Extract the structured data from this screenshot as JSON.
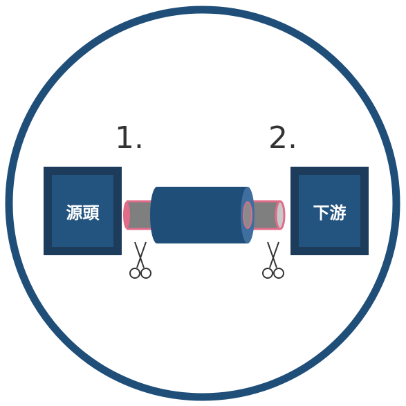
{
  "steps": {
    "first": "1.",
    "second": "2."
  },
  "boxes": {
    "source": "源頭",
    "downstream": "下游"
  },
  "icons": {
    "left_cut": "scissors-icon",
    "right_cut": "scissors-icon"
  },
  "colors": {
    "ring": "#1f4e79",
    "box_outer": "#1d3c5c",
    "box_inner": "#23547f",
    "cable_jacket": "#1f4e79",
    "wire_core": "#7f7f7f",
    "wire_outline": "#e06c8a",
    "label_text": "#333333"
  }
}
